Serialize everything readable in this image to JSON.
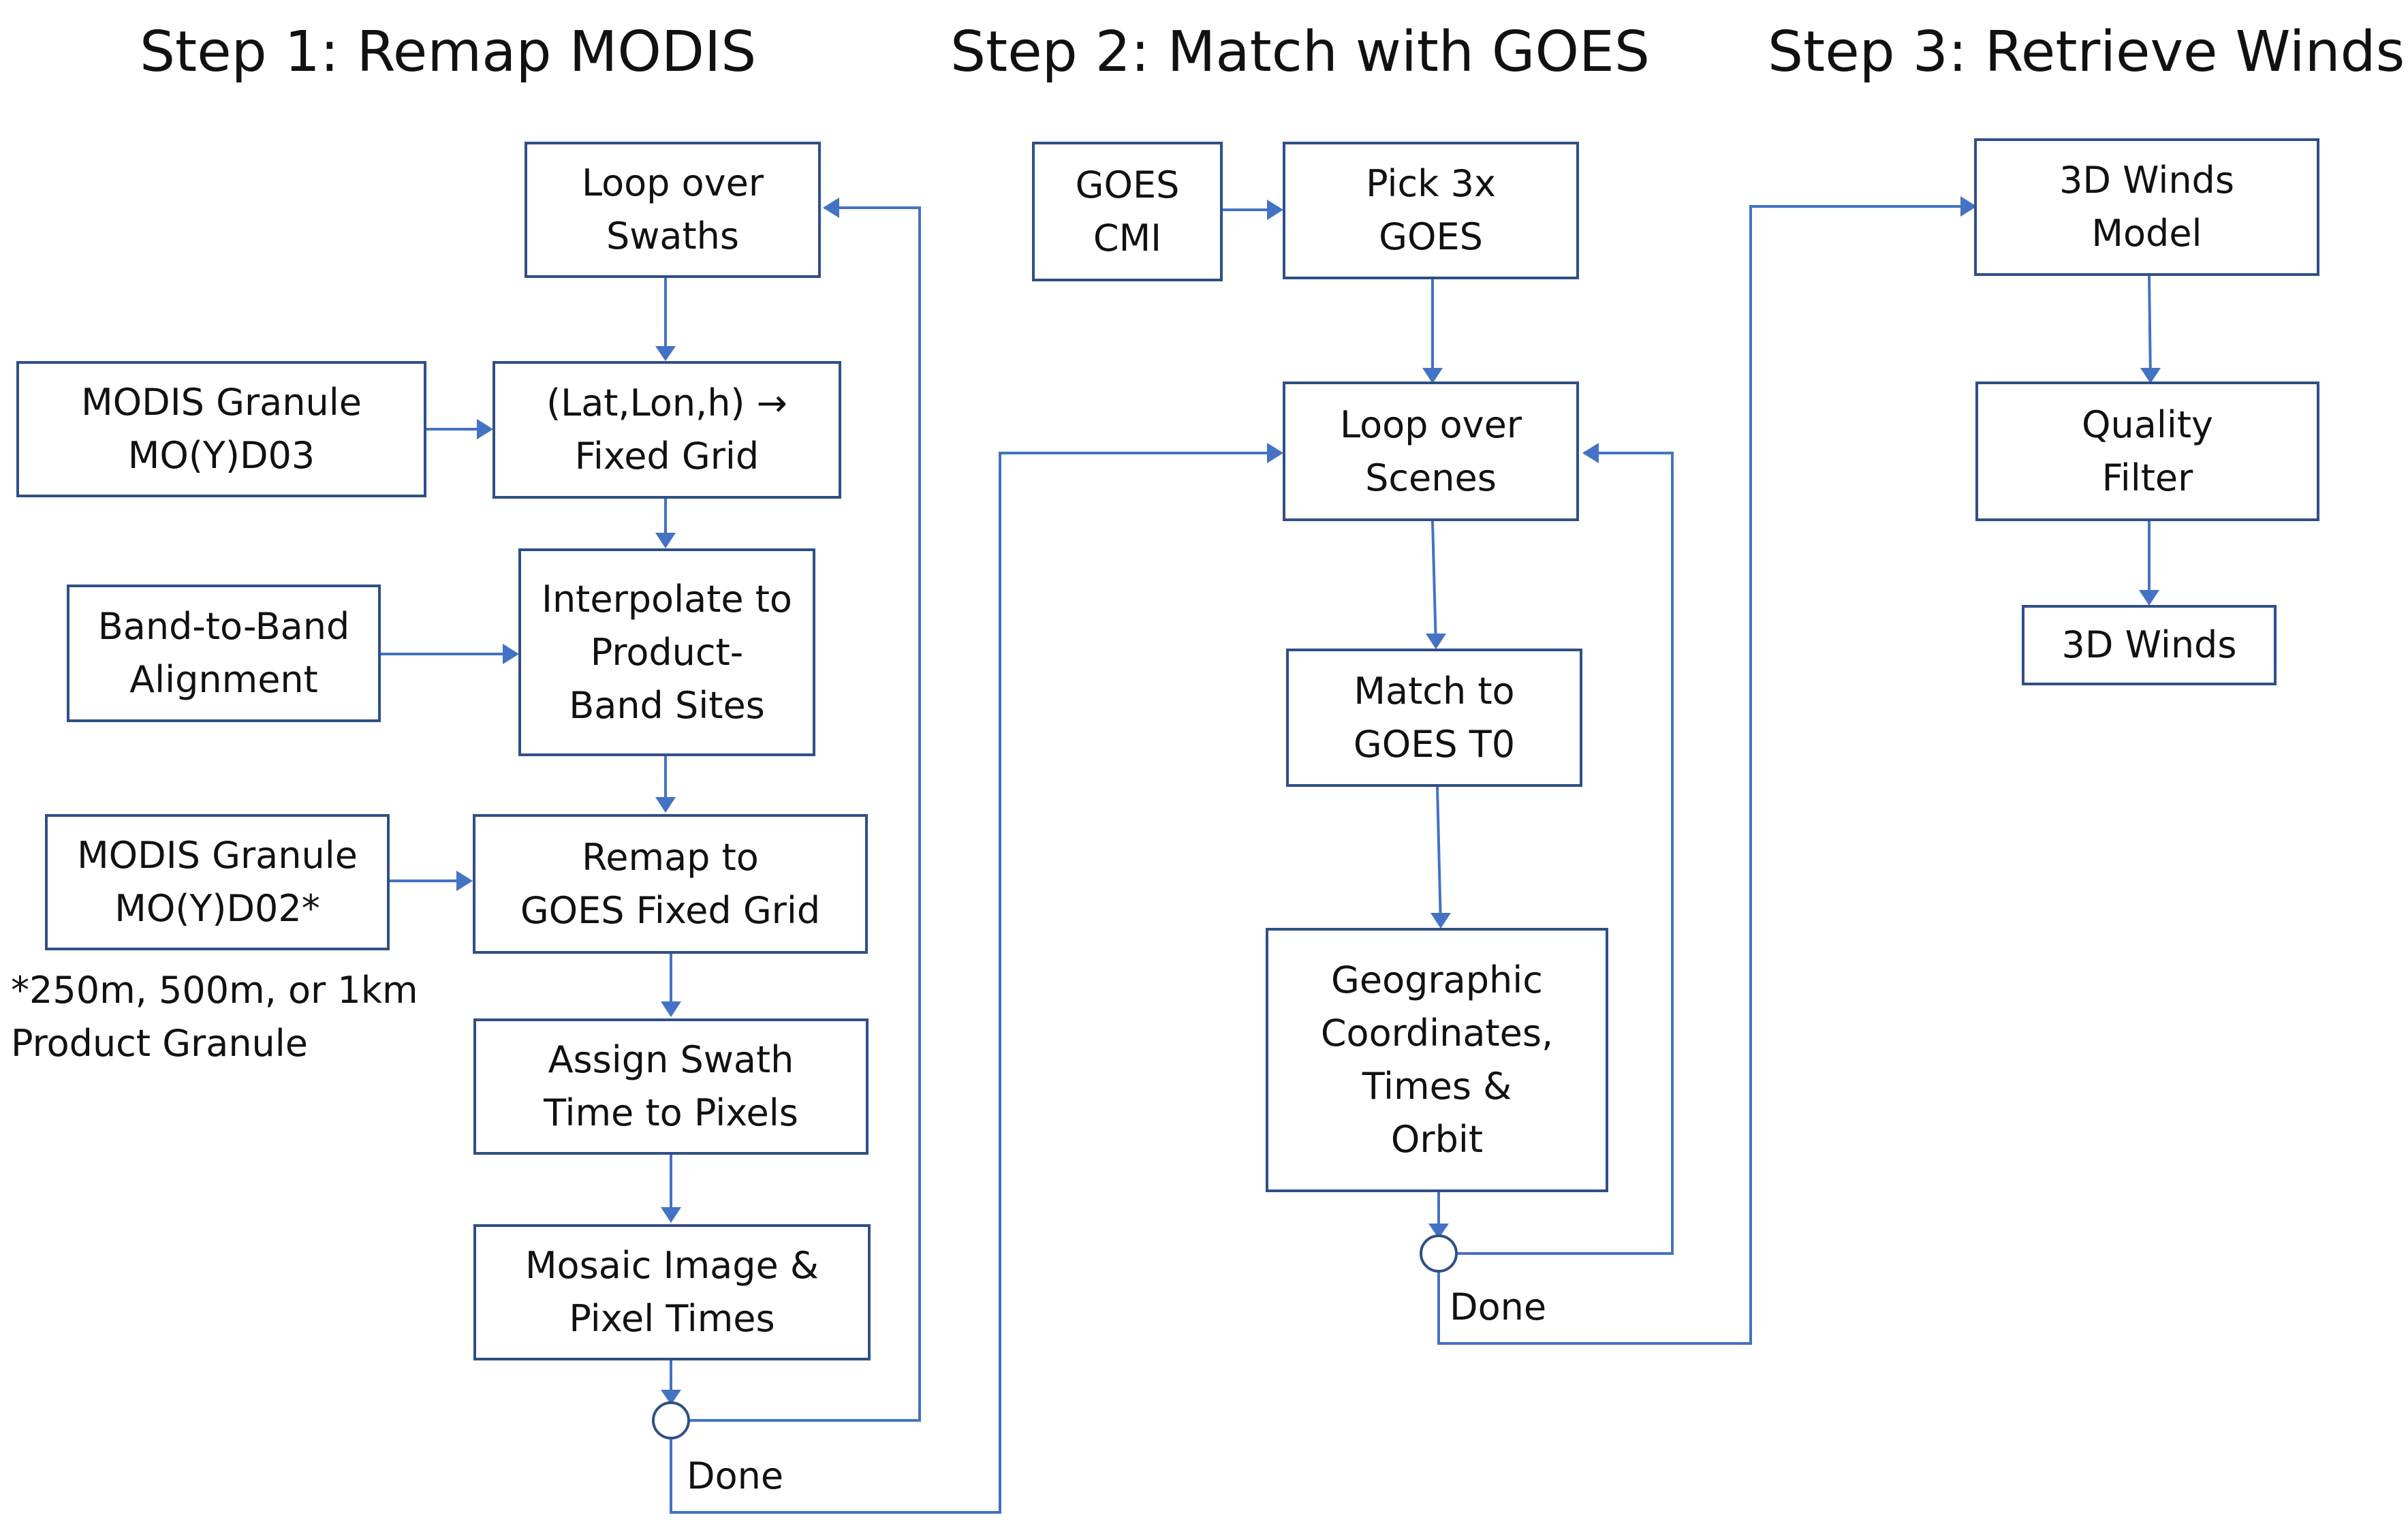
{
  "headers": {
    "step1": "Step 1: Remap MODIS",
    "step2": "Step 2: Match with GOES",
    "step3": "Step 3: Retrieve Winds"
  },
  "step1": {
    "loop_swaths": "Loop over\nSwaths",
    "modis_granule_d03": "MODIS Granule\nMO(Y)D03",
    "fixed_grid": "(Lat,Lon,h) →\nFixed Grid",
    "band_alignment": "Band-to-Band\nAlignment",
    "interpolate": "Interpolate to\nProduct-\nBand Sites",
    "modis_granule_d02": "MODIS Granule\nMO(Y)D02*",
    "footnote": "*250m, 500m, or 1km\nProduct Granule",
    "remap_goes": "Remap to\nGOES Fixed Grid",
    "assign_time": "Assign Swath\nTime to Pixels",
    "mosaic": "Mosaic Image &\nPixel Times",
    "done": "Done"
  },
  "step2": {
    "goes_cmi": "GOES\nCMI",
    "pick_goes": "Pick 3x\nGOES",
    "loop_scenes": "Loop over\nScenes",
    "match_t0": "Match to\nGOES T0",
    "geographic": "Geographic\nCoordinates,\nTimes &\nOrbit",
    "done": "Done"
  },
  "step3": {
    "winds_model": "3D Winds\nModel",
    "quality_filter": "Quality\nFilter",
    "winds": "3D Winds"
  },
  "colors": {
    "box_border": "#2f4f86",
    "arrow": "#4472c4"
  }
}
